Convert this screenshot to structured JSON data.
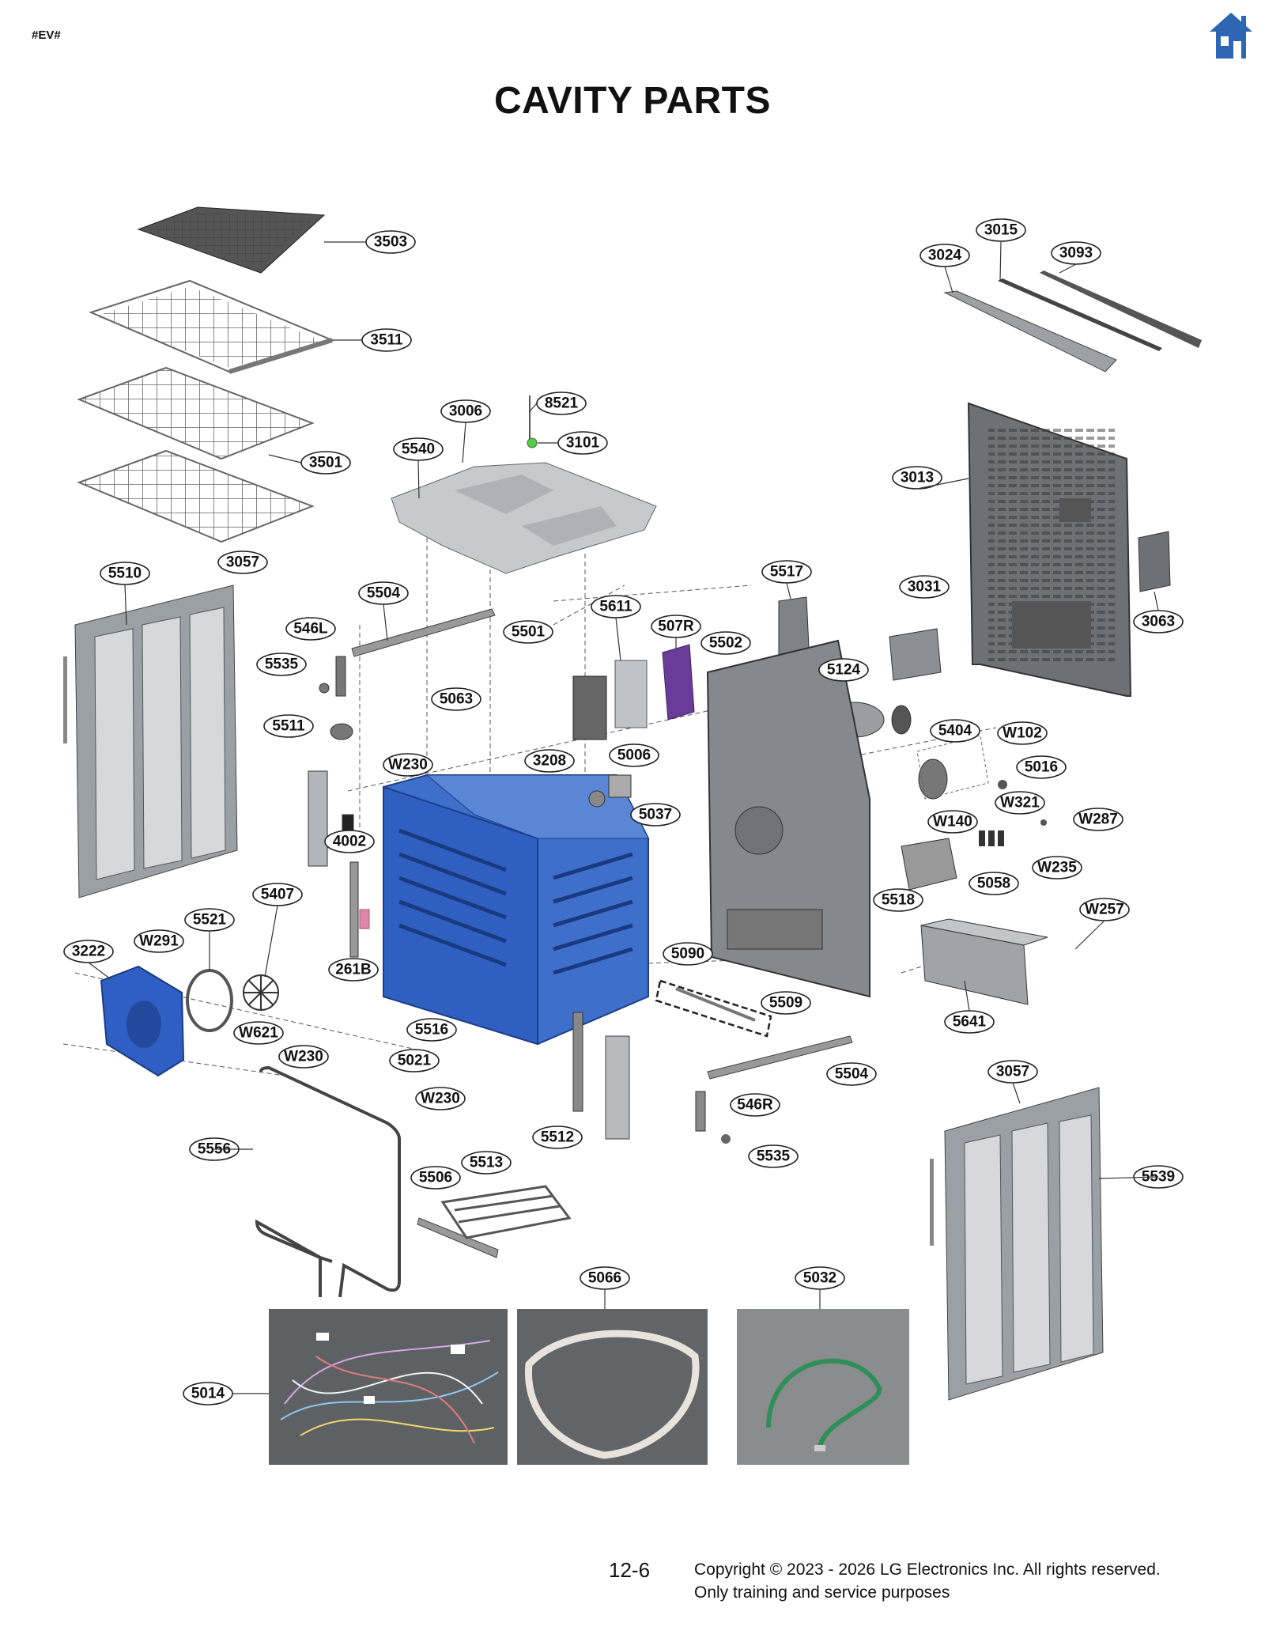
{
  "header": {
    "tag": "#EV#",
    "title": "CAVITY PARTS",
    "home_icon": "home-icon"
  },
  "colors": {
    "cavity_blue": "#2e5fc1",
    "fan_cover_blue": "#2f5fc4",
    "duct_purple": "#6a3c9a",
    "part_gray": "#8f9398",
    "home_blue": "#2f66b3"
  },
  "parts": {
    "rack_tray": "3503",
    "rack_sliding": "3511",
    "rack_wire": "3501",
    "top_plate": "3006",
    "sensor": "8521",
    "thermostat": "3101",
    "insulation_top": "5540",
    "bracket_3057_top": "3057",
    "side_panel_left": "5510",
    "rail_5504_top": "5504",
    "bracket_546L": "546L",
    "bracket_5535_left": "5535",
    "lamp_5511": "5511",
    "wire_5501": "5501",
    "bracket_5063": "5063",
    "screw_w230_top": "W230",
    "sensor_3208": "3208",
    "bracket_5611": "5611",
    "duct_507R": "507R",
    "motor_5502": "5502",
    "duct_5517": "5517",
    "fan_5124": "5124",
    "cover_5006": "5006",
    "gasket_5037": "5037",
    "bracket_3031": "3031",
    "back_cover_3013": "3013",
    "bracket_3063": "3063",
    "trim_3024": "3024",
    "trim_3015": "3015",
    "trim_3093": "3093",
    "motor_5404": "5404",
    "wire_w102": "W102",
    "screw_5016": "5016",
    "wire_w321": "W321",
    "wire_w287": "W287",
    "wire_w140": "W140",
    "wire_w235": "W235",
    "relay_5058": "5058",
    "bracket_5518": "5518",
    "wire_w257": "W257",
    "terminal_5641": "5641",
    "bracket_4002": "4002",
    "fan_5407": "5407",
    "heater_5521": "5521",
    "wire_w291": "W291",
    "fan_cover_3222": "3222",
    "duct_261B": "261B",
    "wire_w621": "W621",
    "screw_w230_mid": "W230",
    "screw_5516": "5516",
    "screw_5021": "5021",
    "screw_w230_low": "W230",
    "harness_5090": "5090",
    "cover_5509": "5509",
    "rail_5504_bottom": "5504",
    "bracket_546R": "546R",
    "bracket_5535_right": "5535",
    "bracket_5512": "5512",
    "bracket_3057_bottom": "3057",
    "side_panel_right": "5539",
    "heater_5556": "5556",
    "bracket_5506": "5506",
    "heater_5513": "5513",
    "harness_5066": "5066",
    "wire_5032": "5032",
    "harness_5014": "5014"
  },
  "footer": {
    "page_number": "12-6",
    "copyright": "Copyright © 2023 - 2026 LG Electronics Inc. All rights reserved.",
    "note": "Only training and service purposes"
  }
}
